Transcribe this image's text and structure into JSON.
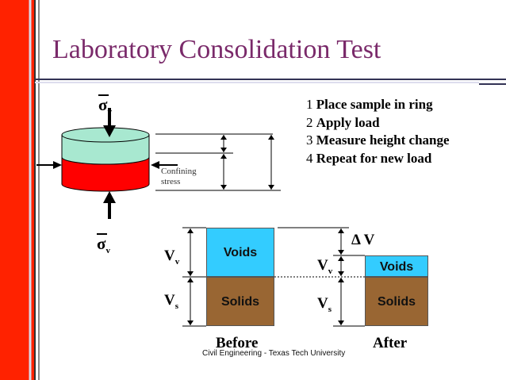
{
  "title": "Laboratory Consolidation Test",
  "steps": [
    {
      "num": "1",
      "text": "Place sample in ring"
    },
    {
      "num": "2",
      "text": "Apply load"
    },
    {
      "num": "3",
      "text": "Measure height change"
    },
    {
      "num": "4",
      "text": "Repeat for new load"
    }
  ],
  "sigma_symbol": "σ",
  "sigma_subscript": "v",
  "confining_label": [
    "Confining",
    "stress"
  ],
  "phase": {
    "vv_main": "V",
    "vv_sub": "v",
    "vs_main": "V",
    "vs_sub": "s",
    "voids": "Voids",
    "solids": "Solids",
    "delta_v": "Δ V",
    "before": "Before",
    "after": "After"
  },
  "footer": "Civil Engineering - Texas Tech University",
  "colors": {
    "title": "#7a2a6a",
    "sample_top": "#a8e8d0",
    "sample_body": "#ff0000",
    "voids": "#33ccff",
    "solids": "#996633",
    "left_band": "#ff2200"
  }
}
